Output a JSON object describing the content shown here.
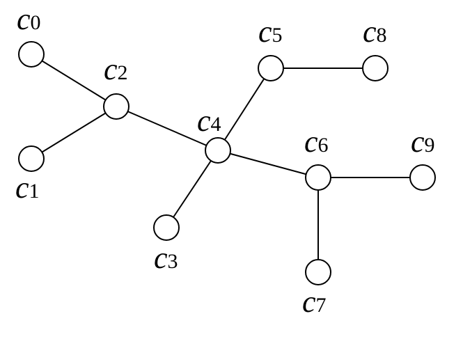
{
  "nodes": [
    {
      "id": "c0",
      "letter": "c",
      "index": "0"
    },
    {
      "id": "c1",
      "letter": "c",
      "index": "1"
    },
    {
      "id": "c2",
      "letter": "c",
      "index": "2"
    },
    {
      "id": "c3",
      "letter": "c",
      "index": "3"
    },
    {
      "id": "c4",
      "letter": "c",
      "index": "4"
    },
    {
      "id": "c5",
      "letter": "c",
      "index": "5"
    },
    {
      "id": "c6",
      "letter": "c",
      "index": "6"
    },
    {
      "id": "c7",
      "letter": "c",
      "index": "7"
    },
    {
      "id": "c8",
      "letter": "c",
      "index": "8"
    },
    {
      "id": "c9",
      "letter": "c",
      "index": "9"
    }
  ],
  "edges": [
    [
      "c0",
      "c2"
    ],
    [
      "c1",
      "c2"
    ],
    [
      "c2",
      "c4"
    ],
    [
      "c3",
      "c4"
    ],
    [
      "c4",
      "c5"
    ],
    [
      "c5",
      "c8"
    ],
    [
      "c4",
      "c6"
    ],
    [
      "c6",
      "c9"
    ],
    [
      "c6",
      "c7"
    ]
  ],
  "colors": {
    "stroke": "#000000",
    "fill": "#ffffff"
  }
}
